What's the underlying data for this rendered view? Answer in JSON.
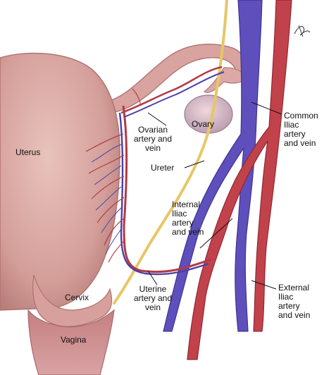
{
  "labels": {
    "uterus": "Uterus",
    "ovary": "Ovary",
    "ovarian": [
      "Ovarian",
      "artery and",
      "vein"
    ],
    "ureter": "Ureter",
    "common_iliac": [
      "Common",
      "Iliac",
      "artery",
      "and vein"
    ],
    "internal_iliac": [
      "Internal",
      "Iliac",
      "artery",
      "and vein"
    ],
    "cervix": "Cervix",
    "uterine": [
      "Uterine",
      "artery and",
      "vein"
    ],
    "external_iliac": [
      "External",
      "Iliac",
      "artery",
      "and vein"
    ],
    "vagina": "Vagina"
  },
  "signature": "Dong",
  "colors": {
    "tissue": "#d9a5a0",
    "tissue_shadow": "#b97c79",
    "artery": "#c0404a",
    "vein": "#5d4fb8",
    "ureter": "#e7c766",
    "background": "#ffffff"
  }
}
